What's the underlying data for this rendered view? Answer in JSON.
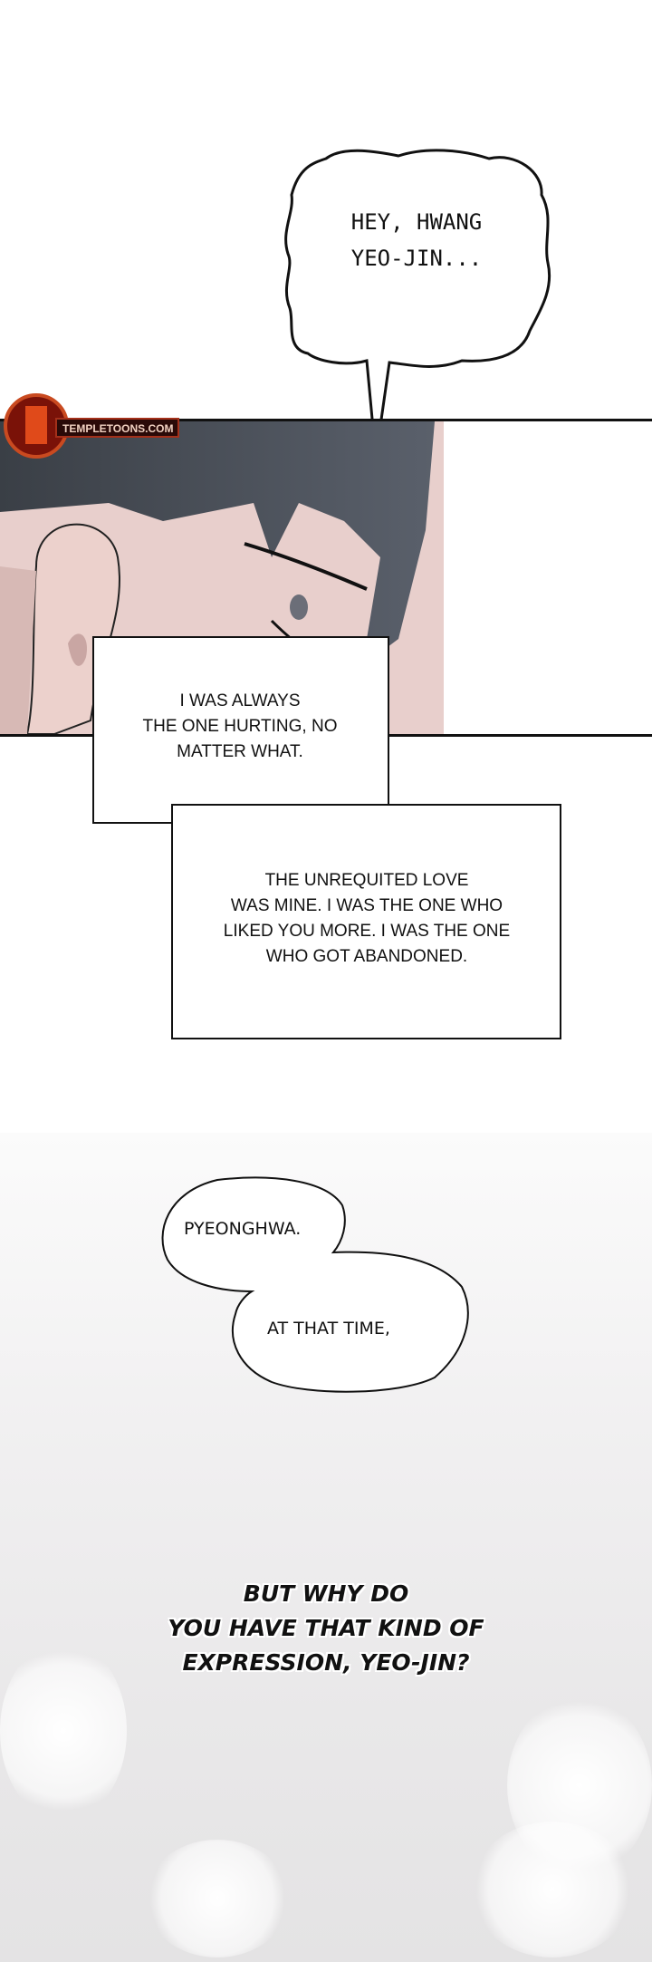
{
  "speech_bubble_1": {
    "line1": "HEY, HWANG",
    "line2": "YEO-JIN..."
  },
  "watermark": {
    "text": "TEMPLETOONS.COM"
  },
  "narration_box_1": {
    "lines": [
      "I WAS ALWAYS",
      "THE ONE HURTING, NO",
      "MATTER WHAT."
    ]
  },
  "narration_box_2": {
    "lines": [
      "THE UNREQUITED LOVE",
      "WAS MINE. I WAS THE ONE WHO",
      "LIKED YOU MORE. I WAS THE ONE",
      "WHO GOT ABANDONED."
    ]
  },
  "speech_bubble_2": {
    "text": "PYEONGHWA."
  },
  "speech_bubble_3": {
    "text": "AT THAT TIME,"
  },
  "final_text": {
    "lines": [
      "BUT WHY DO",
      "YOU HAVE THAT KIND OF",
      "EXPRESSION, YEO-JIN?"
    ]
  }
}
